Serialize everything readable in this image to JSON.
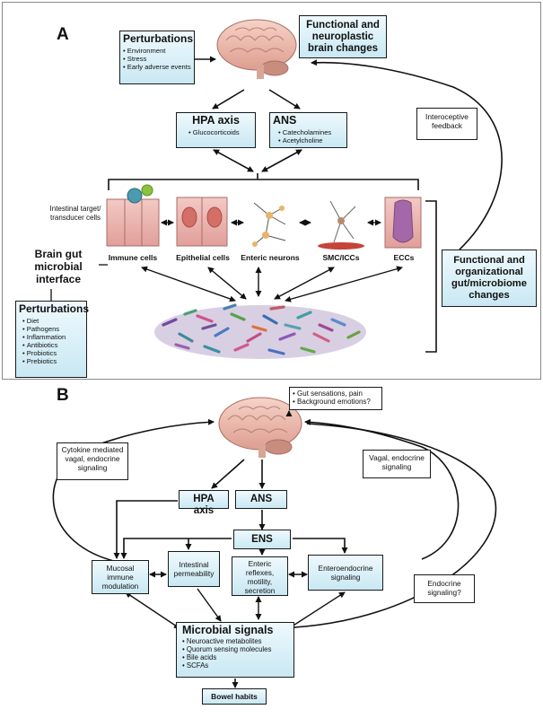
{
  "panelA": {
    "letter": "A",
    "functional_brain": "Functional and neuroplastic brain changes",
    "perturbations_top": {
      "title": "Perturbations",
      "items": [
        "Environment",
        "Stress",
        "Early adverse events"
      ]
    },
    "hpa": {
      "title": "HPA axis",
      "items": [
        "Glucocorticoids"
      ]
    },
    "ans": {
      "title": "ANS",
      "items": [
        "Catecholamines",
        "Acetylcholine"
      ]
    },
    "interoceptive": "Interoceptive feedback",
    "intestinal_target": "Intestinal target/ transducer cells",
    "cell_labels": [
      "Immune cells",
      "Epithelial cells",
      "Enteric neurons",
      "SMC/ICCs",
      "ECCs"
    ],
    "brain_gut": "Brain gut microbial interface",
    "functional_gut": "Functional and organizational gut/microbiome changes",
    "perturbations_bottom": {
      "title": "Perturbations",
      "items": [
        "Diet",
        "Pathogens",
        "Inflammation",
        "Antibiotics",
        "Probiotics",
        "Prebiotics"
      ]
    }
  },
  "panelB": {
    "letter": "B",
    "gut_sensations": [
      "Gut sensations, pain",
      "Background emotions?"
    ],
    "cytokine": "Cytokine mediated vagal, endocrine signaling",
    "vagal": "Vagal, endocrine signaling",
    "hpa": "HPA axis",
    "ans": "ANS",
    "ens": "ENS",
    "mucosal": "Mucosal immune modulation",
    "permeability": "Intestinal permeability",
    "enteric": "Enteric reflexes, motility, secretion",
    "enteroendocrine": "Enteroendocrine signaling",
    "endocrine": "Endocrine signaling?",
    "microbial": {
      "title": "Microbial signals",
      "items": [
        "Neuroactive metabolites",
        "Quorum sensing molecules",
        "Bile acids",
        "SCFAs"
      ]
    },
    "bowel": "Bowel habits"
  }
}
